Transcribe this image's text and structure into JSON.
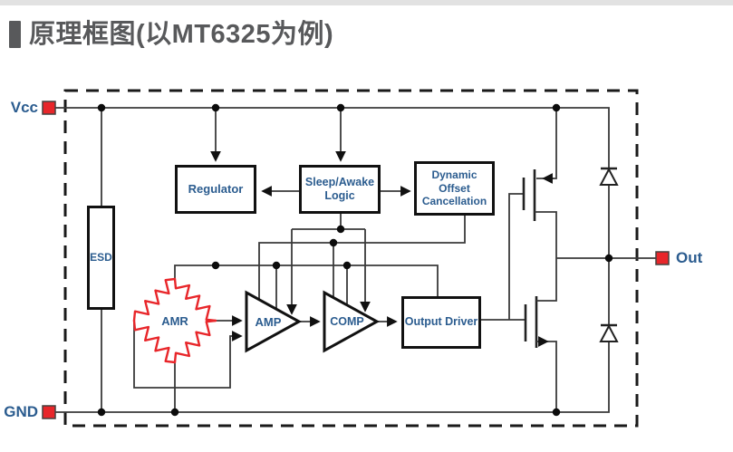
{
  "title": {
    "text": "原理框图(以MT6325为例)"
  },
  "terminals": {
    "vcc": "Vcc",
    "gnd": "GND",
    "out": "Out"
  },
  "blocks": {
    "esd": "ESD",
    "regulator": "Regulator",
    "sleep_awake_logic": "Sleep/Awake\nLogic",
    "dynamic_offset_cancellation": "Dynamic\nOffset\nCancellation",
    "output_driver": "Output Driver",
    "amr": "AMR",
    "amp": "AMP",
    "comp": "COMP"
  },
  "colors": {
    "terminal_red": "#e8262a",
    "resistor_red": "#e8262a",
    "label_blue": "#2b5c8f",
    "title_gray": "#58595b",
    "wire_gray": "#3a3a3a",
    "block_black": "#111111"
  }
}
